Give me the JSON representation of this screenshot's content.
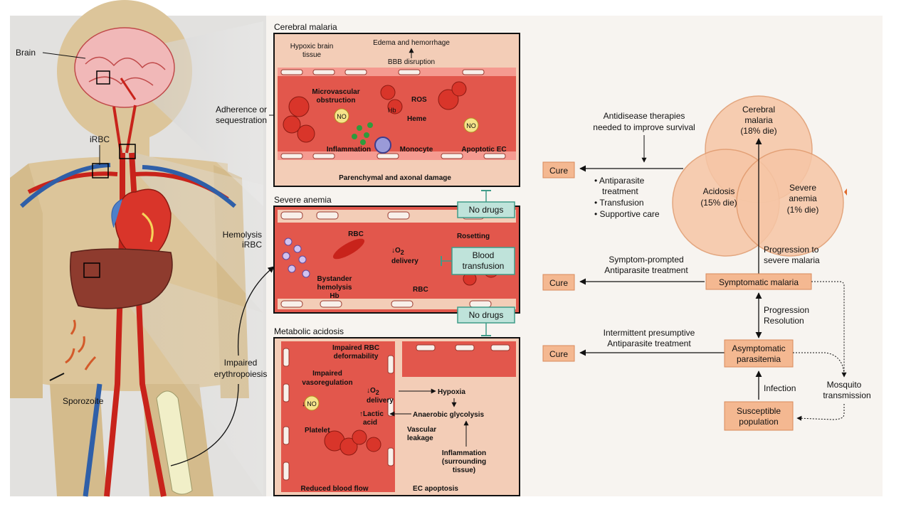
{
  "anatomy": {
    "brain": "Brain",
    "irbc": "iRBC",
    "sporozoite": "Sporozoite",
    "adherence_1": "Adherence or",
    "adherence_2": "sequestration",
    "hemolysis_1": "Hemolysis",
    "hemolysis_2": "iRBC",
    "impaired_1": "Impaired",
    "impaired_2": "erythropoiesis"
  },
  "cerebral": {
    "title": "Cerebral malaria",
    "hypoxic_1": "Hypoxic brain",
    "hypoxic_2": "tissue",
    "edema": "Edema and hemorrhage",
    "bbb": "BBB disruption",
    "micro_1": "Microvascular",
    "micro_2": "obstruction",
    "hb": "Hb",
    "ros": "ROS",
    "heme": "Heme",
    "no": "NO",
    "no2": "NO",
    "inflammation": "Inflammation",
    "monocyte": "Monocyte",
    "apoptotic": "Apoptotic EC",
    "parenchymal": "Parenchymal and axonal damage"
  },
  "anemia": {
    "title": "Severe anemia",
    "rbc": "RBC",
    "o2_1": "↓O",
    "o2_sub": "2",
    "o2_2": "delivery",
    "rosetting": "Rosetting",
    "bystander_1": "Bystander",
    "bystander_2": "hemolysis",
    "hb": "Hb",
    "rbc2": "RBC"
  },
  "acidosis": {
    "title": "Metabolic acidosis",
    "deform_1": "Impaired RBC",
    "deform_2": "deformability",
    "vaso_1": "Impaired",
    "vaso_2": "vasoregulation",
    "no": "NO",
    "no_arrow": "↓",
    "o2_1": "↓O",
    "o2_sub": "2",
    "o2_2": "delivery",
    "hypoxia": "Hypoxia",
    "lactic_1": "↑Lactic",
    "lactic_2": "acid",
    "anaerobic": "Anaerobic glycolysis",
    "platelet": "Platelet",
    "vascular_1": "Vascular",
    "vascular_2": "leakage",
    "inflam_1": "Inflammation",
    "inflam_2": "(surrounding",
    "inflam_3": "tissue)",
    "reduced": "Reduced blood flow",
    "ec": "EC apoptosis"
  },
  "treatments": {
    "no_drugs_1": "No drugs",
    "blood_1": "Blood",
    "blood_2": "transfusion",
    "no_drugs_2": "No drugs"
  },
  "flow": {
    "antidisease_1": "Antidisease therapies",
    "antidisease_2": "needed to improve survival",
    "cure": "Cure",
    "bullets": [
      "• Antiparasite",
      "treatment",
      "• Transfusion",
      "• Supportive care"
    ],
    "venn_cerebral": [
      "Cerebral",
      "malaria",
      "(18% die)"
    ],
    "venn_acidosis": [
      "Acidosis",
      "(15% die)"
    ],
    "venn_anemia": [
      "Severe",
      "anemia",
      "(1% die)"
    ],
    "progression_1": "Progression to",
    "progression_2": "severe malaria",
    "symptom_1": "Symptom-prompted",
    "symptom_2": "Antiparasite treatment",
    "symptomatic": "Symptomatic malaria",
    "prog_res_1": "Progression",
    "prog_res_2": "Resolution",
    "intermittent_1": "Intermittent presumptive",
    "intermittent_2": "Antiparasite treatment",
    "asymptomatic_1": "Asymptomatic",
    "asymptomatic_2": "parasitemia",
    "infection": "Infection",
    "mosquito_1": "Mosquito",
    "mosquito_2": "transmission",
    "susceptible_1": "Susceptible",
    "susceptible_2": "population"
  },
  "colors": {
    "vessel": "#e2574c",
    "vessel_dark": "#b8261c",
    "tissue": "#f3cdb7",
    "body": "#dcc59a",
    "venn": "#f6c6a6",
    "box_fill": "#f4b891",
    "box_stroke": "#d98a5c",
    "teal": "#bfe3da",
    "teal_stroke": "#3f9b88"
  }
}
